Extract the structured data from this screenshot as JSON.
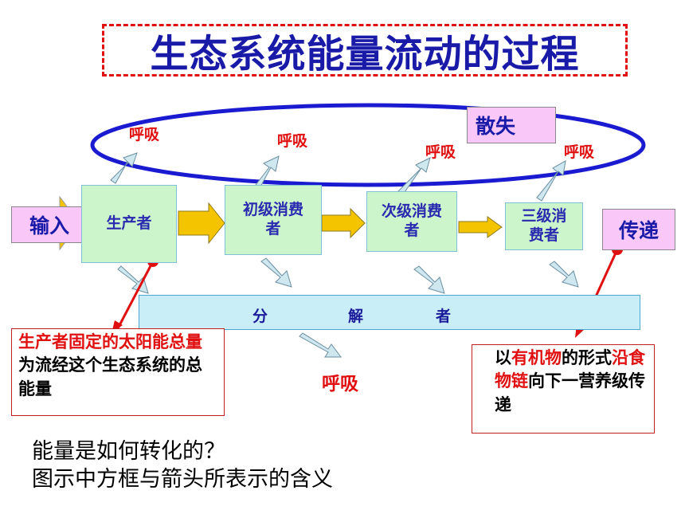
{
  "title": "生态系统能量流动的过程",
  "input_label": "输入",
  "transfer_label": "传递",
  "dissipate_label": "散失",
  "producer": "生产者",
  "primary_consumer": "初级消费者",
  "secondary_consumer": "次级消费者",
  "tertiary_consumer": "三级消费者",
  "respiration": [
    "呼吸",
    "呼吸",
    "呼吸",
    "呼吸",
    "呼吸"
  ],
  "decomposer": [
    "分",
    "解",
    "者"
  ],
  "callout_left": {
    "part1_red": "生产者固定的太阳能总量",
    "part2": "为流经这个生态系统的总能量"
  },
  "callout_right": {
    "part1": "以",
    "part2_red": "有机物",
    "part3": "的形式",
    "part4_red": "沿食物链",
    "part5": "向下一营养级传递"
  },
  "question_line1": "能量是如何转化的？",
  "question_line2": "图示中方框与箭头所表示的含义",
  "colors": {
    "title": "#1a1aa8",
    "dashed_border": "#e01010",
    "ellipse": "#1a1ad0",
    "node_fill": "#ccf5cc",
    "pink_fill": "#f9c8f9",
    "decomposer_fill": "#c9eef8",
    "arrow_yellow": "#f5c400",
    "arrow_blue_fill": "#cfe8f0",
    "red_text": "#e01010"
  }
}
